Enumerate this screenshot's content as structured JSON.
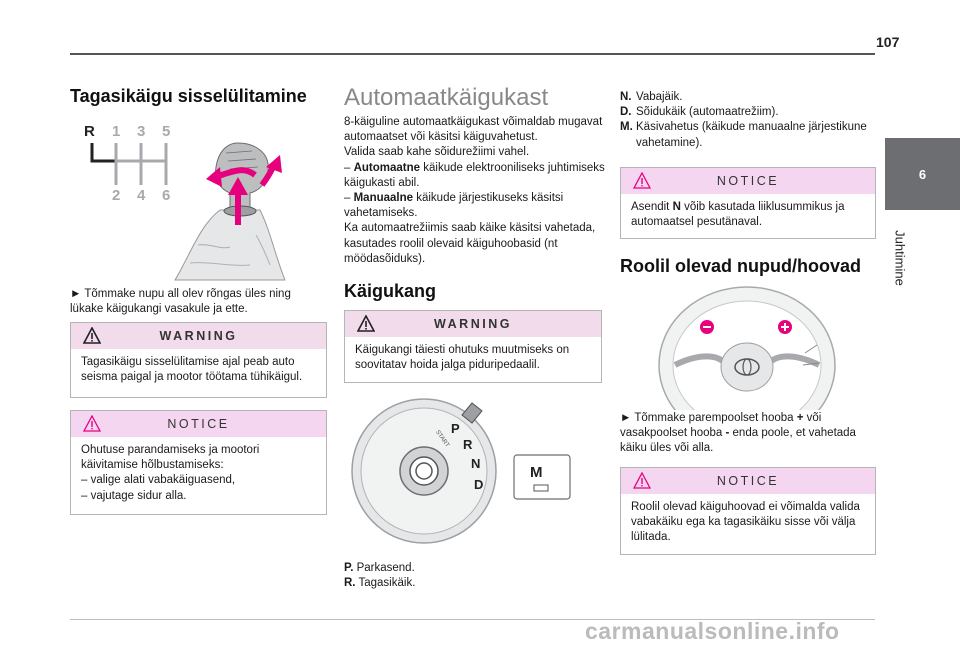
{
  "page": {
    "number": "107"
  },
  "chapter": {
    "number": "6",
    "title": "Juhtimine"
  },
  "col1": {
    "heading": "Tagasikäigu sisselülitamine",
    "gear_labels": [
      "R",
      "1",
      "3",
      "5",
      "2",
      "4",
      "6"
    ],
    "instruction": "► Tõmmake nupu all olev rõngas üles ning lükake käigukangi vasakule ja ette.",
    "warning": {
      "title": "WARNING",
      "text": "Tagasikäigu sisselülitamise ajal peab auto seisma paigal ja mootor töötama tühikäigul."
    },
    "notice": {
      "title": "NOTICE",
      "intro": "Ohutuse parandamiseks ja mootori käivitamise hõlbustamiseks:",
      "items": [
        "– valige alati vabakäiguasend,",
        "– vajutage sidur alla."
      ]
    }
  },
  "col2": {
    "heading": "Automaatkäigukast",
    "intro": "8-käiguline automaatkäigukast võimaldab mugavat automaatset või käsitsi käiguvahetust.",
    "modes_lead": "Valida saab kahe sõidurežiimi vahel.",
    "mode1_name": "Automaatne",
    "mode1_text": " käikude elektrooniliseks juhtimiseks käigukasti abil.",
    "mode2_name": "Manuaalne",
    "mode2_text": " käikude järjestikuseks käsitsi vahetamiseks.",
    "outro": "Ka automaatrežiimis saab käike käsitsi vahetada, kasutades roolil olevaid käiguhoobasid (nt möödasõiduks).",
    "subheading": "Käigukang",
    "warning": {
      "title": "WARNING",
      "text": "Käigukangi täiesti ohutuks muutmiseks on soovitatav hoida jalga piduripedaalil."
    },
    "selector_labels": [
      "P",
      "R",
      "N",
      "D",
      "START"
    ],
    "m_button": "M",
    "legend": [
      {
        "key": "P.",
        "text": "Parkasend."
      },
      {
        "key": "R.",
        "text": "Tagasikäik."
      }
    ]
  },
  "col3": {
    "legend": [
      {
        "key": "N.",
        "text": "Vabajäik."
      },
      {
        "key": "D.",
        "text": "Sõidukäik (automaatrežiim)."
      },
      {
        "key": "M.",
        "text": "Käsivahetus (käikude manuaalne järjestikune vahetamine)."
      }
    ],
    "notice1": {
      "title": "NOTICE",
      "pre": "Asendit ",
      "bold": "N",
      "post": " võib kasutada liiklusummikus ja automaatsel pesutänaval."
    },
    "heading": "Roolil olevad nupud/hoovad",
    "instruction_pre": "► Tõmmake parempoolset hooba ",
    "plus": "+",
    "instruction_mid": " või vasakpoolset hooba ",
    "minus": "-",
    "instruction_post": " enda poole, et vahetada käiku üles või alla.",
    "notice2": {
      "title": "NOTICE",
      "text": "Roolil olevad käiguhoovad ei võimalda valida vabakäiku ega ka tagasikäiku sisse või välja lülitada."
    }
  },
  "watermark": "carmanualsonline.info"
}
